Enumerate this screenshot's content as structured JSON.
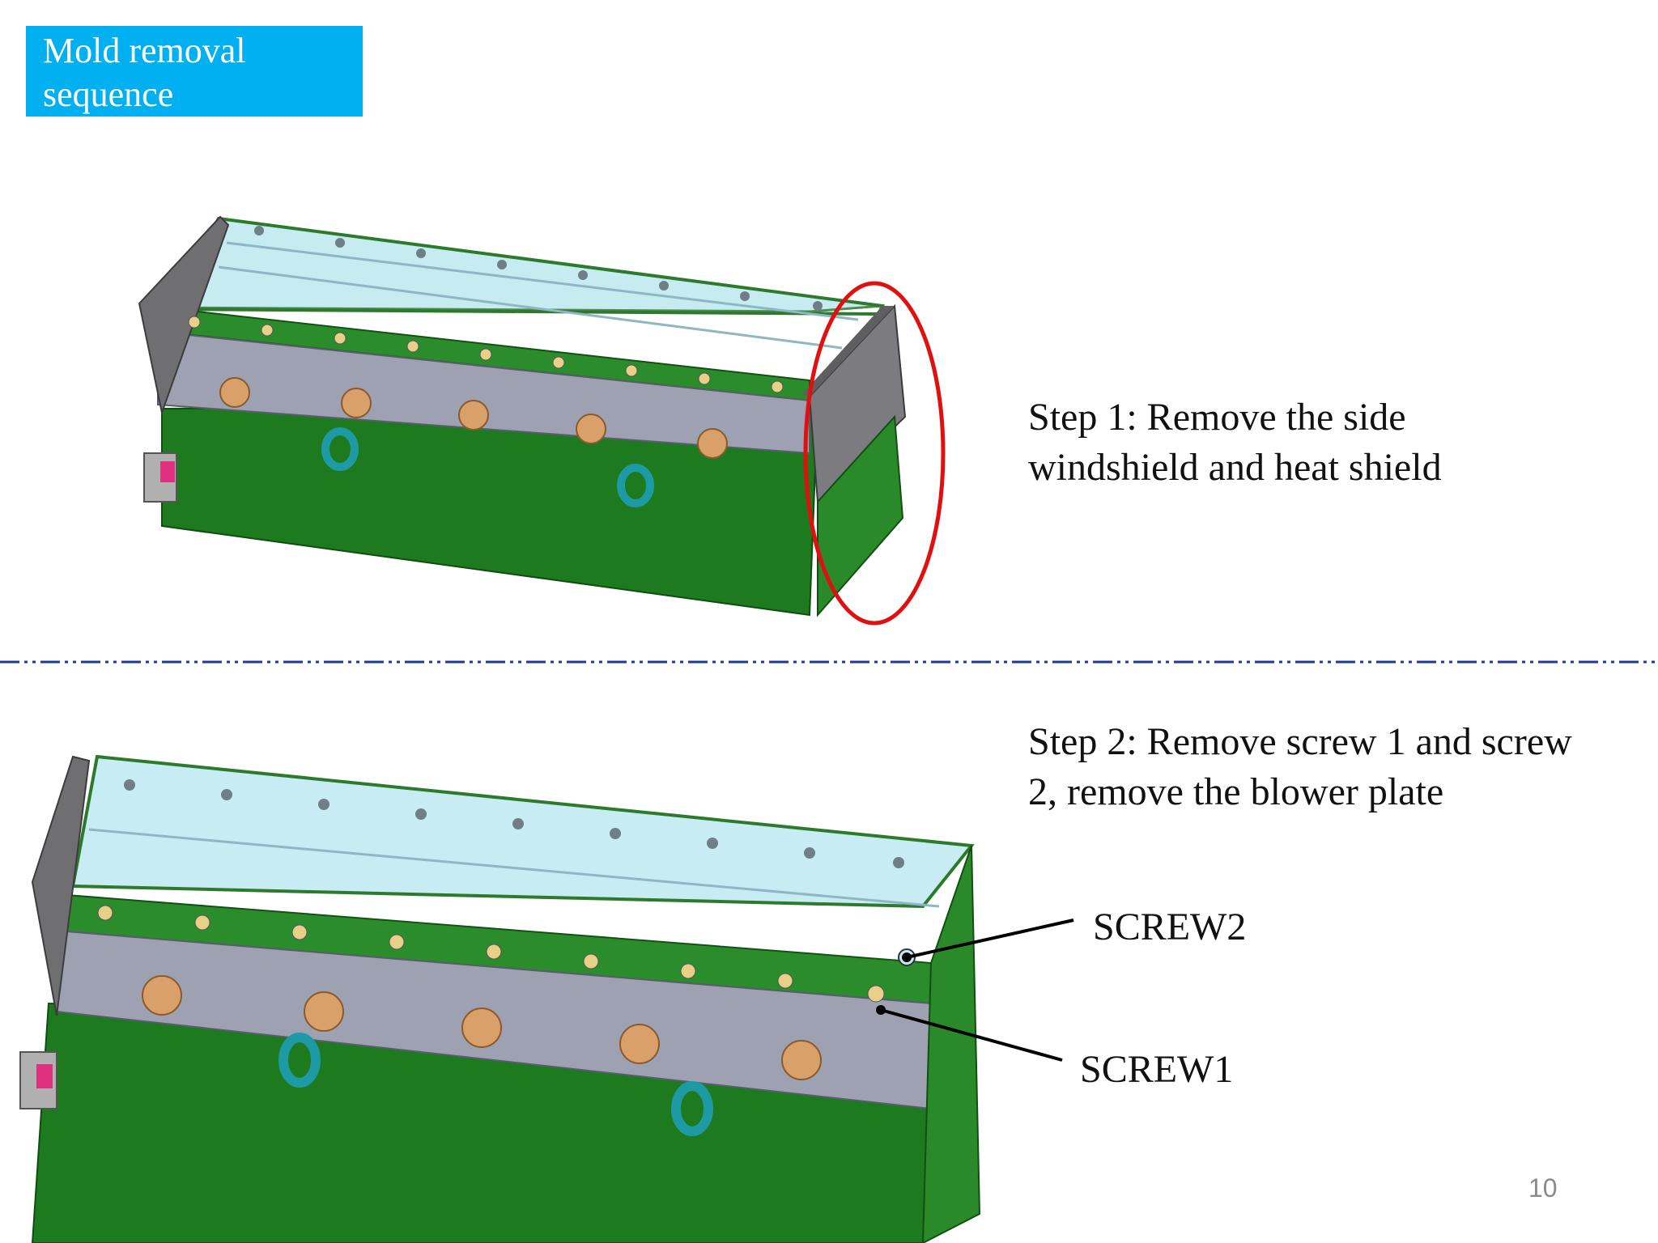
{
  "slide": {
    "title": "Mold removal sequence",
    "page_number": "10",
    "steps": [
      {
        "text": "Step 1: Remove the side windshield and heat shield"
      },
      {
        "text": "Step 2: Remove screw 1 and screw 2, remove the blower plate"
      }
    ],
    "callouts": {
      "screw2": "SCREW2",
      "screw1": "SCREW1"
    }
  },
  "colors": {
    "title_bg": "#00b0f0",
    "mold_green": "#1f7a1f",
    "mold_top": "#c9ecf2",
    "plate_gray": "#9a9caa",
    "highlight_circle": "#e01010",
    "divider": "#1f3a93"
  }
}
